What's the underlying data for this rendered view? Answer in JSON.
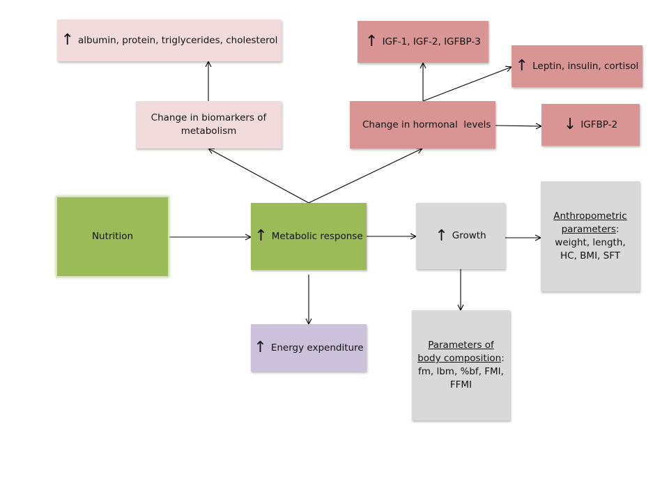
{
  "nodes": {
    "nutrition": {
      "label": "Nutrition"
    },
    "metabolic_response": {
      "arrow": "↑",
      "label": "Metabolic response"
    },
    "energy_expenditure": {
      "arrow": "↑",
      "label": "Energy expenditure"
    },
    "growth": {
      "arrow": "↑",
      "label": "Growth"
    },
    "biomarkers": {
      "label": "Change in biomarkers of metabolism"
    },
    "albumin": {
      "arrow": "↑",
      "label": "albumin, protein, triglycerides, cholesterol"
    },
    "hormonal": {
      "label": "Change in hormonal  levels"
    },
    "igf": {
      "arrow": "↑",
      "label": "IGF-1, IGF-2, IGFBP-3"
    },
    "leptin": {
      "arrow": "↑",
      "label": "Leptin, insulin, cortisol"
    },
    "igfbp2": {
      "arrow": "↓",
      "label": "IGFBP-2"
    },
    "anthropometric": {
      "title_line1": "Anthropometric",
      "title_line2": "parameters",
      "colon": ":",
      "line3": "weight, length,",
      "line4": "HC, BMI, SFT"
    },
    "body_composition": {
      "title_line1": "Parameters of",
      "title_line2": "body composition",
      "colon": ":",
      "line3": "fm, lbm, %bf, FMI,",
      "line4": "FFMI"
    }
  },
  "colors": {
    "nutrition_green": "#9bbb59",
    "light_pink": "#f2dcdb",
    "rose": "#d99594",
    "grey": "#d9d9d9",
    "lavender": "#ccc1da"
  }
}
